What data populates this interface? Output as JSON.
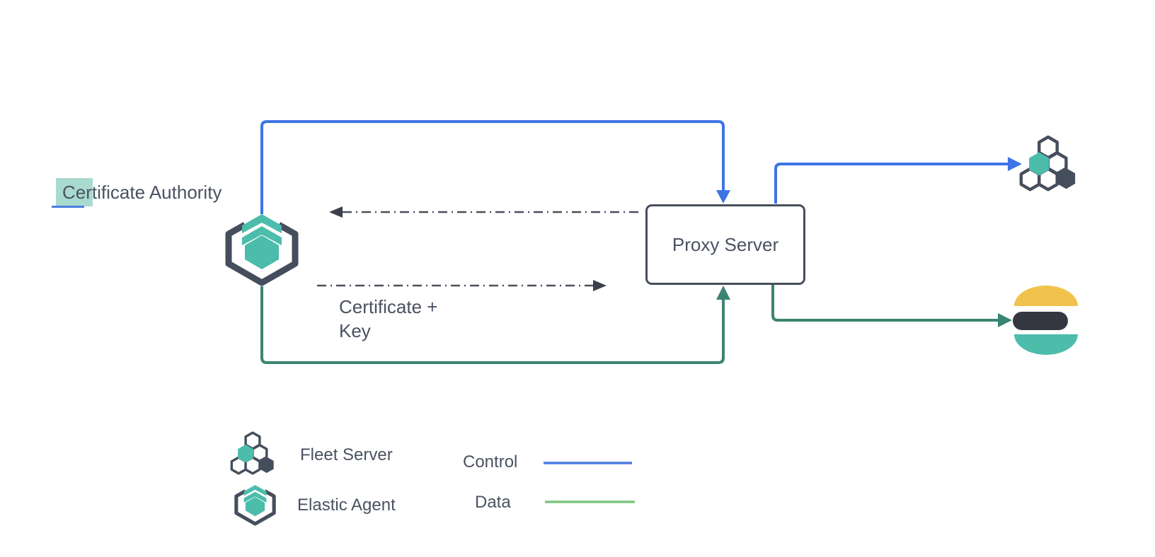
{
  "diagram": {
    "certificate_authority_label": "Certificate Authority",
    "proxy_server_label": "Proxy Server",
    "certificate_key_label": "Certificate +\nKey"
  },
  "legend": {
    "items": [
      {
        "icon": "fleet-server-icon",
        "label": "Fleet Server"
      },
      {
        "icon": "elastic-agent-icon",
        "label": "Elastic Agent"
      }
    ],
    "lines": [
      {
        "label": "Control",
        "color": "#4a7de0"
      },
      {
        "label": "Data",
        "color": "#7cc57f"
      }
    ]
  },
  "icons": {
    "elastic_agent": "elastic-agent-icon",
    "fleet_server": "fleet-server-icon",
    "elasticsearch": "elasticsearch-icon"
  },
  "colors": {
    "control_blue": "#3e74e6",
    "data_green": "#3a8572",
    "legend_data_green": "#7cc57f",
    "teal": "#4cbcab",
    "dark_slate": "#454e5c",
    "elastic_ink": "#343741",
    "elastic_yellow": "#f1c24b",
    "text": "#4a5260",
    "selection_teal": "rgba(96,187,167,0.55)",
    "caret_blue": "#4a7de0"
  }
}
